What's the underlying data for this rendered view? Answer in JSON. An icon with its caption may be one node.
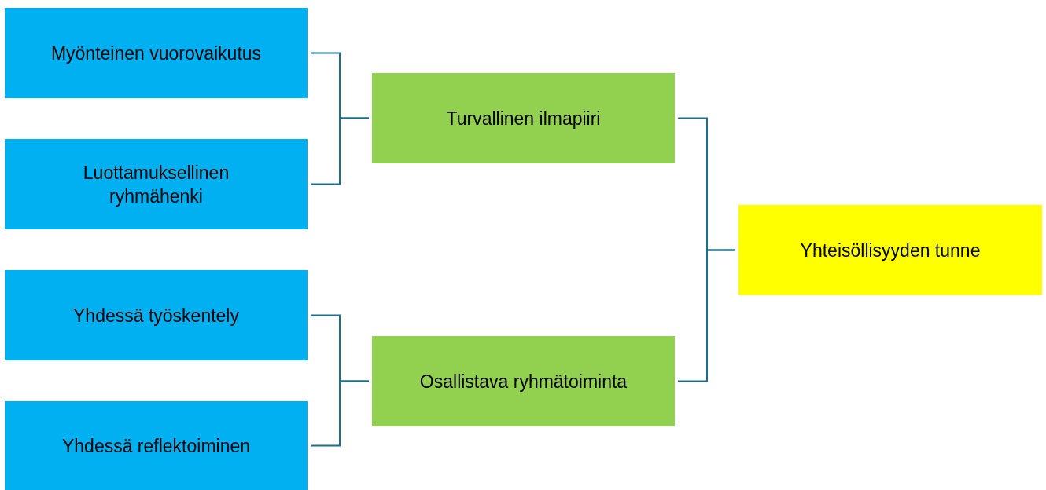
{
  "diagram": {
    "nodes": [
      {
        "text": [
          "Myönteinen vuorovaikutus"
        ]
      },
      {
        "text": [
          "Luottamuksellinen ryhmähenki"
        ]
      },
      {
        "text": [
          "Turvallinen ilmapiiri"
        ]
      },
      {
        "text": [
          "Yhdessä työskentely"
        ]
      },
      {
        "text": [
          "Yhdessä reflektoiminen"
        ]
      },
      {
        "text": [
          "Osallistava ryhmätoiminta"
        ]
      },
      {
        "text": [
          "Yhteisöllisyyden tunne"
        ]
      }
    ],
    "edges": [
      {
        "from": 0,
        "to": 2,
        "arrow": "none"
      },
      {
        "from": 1,
        "to": 2,
        "arrow": "none"
      },
      {
        "from": 3,
        "to": 5,
        "arrow": "none"
      },
      {
        "from": 4,
        "to": 5,
        "arrow": "none"
      },
      {
        "from": 2,
        "to": 6,
        "arrow": "none"
      },
      {
        "from": 5,
        "to": 6,
        "arrow": "none"
      }
    ]
  }
}
